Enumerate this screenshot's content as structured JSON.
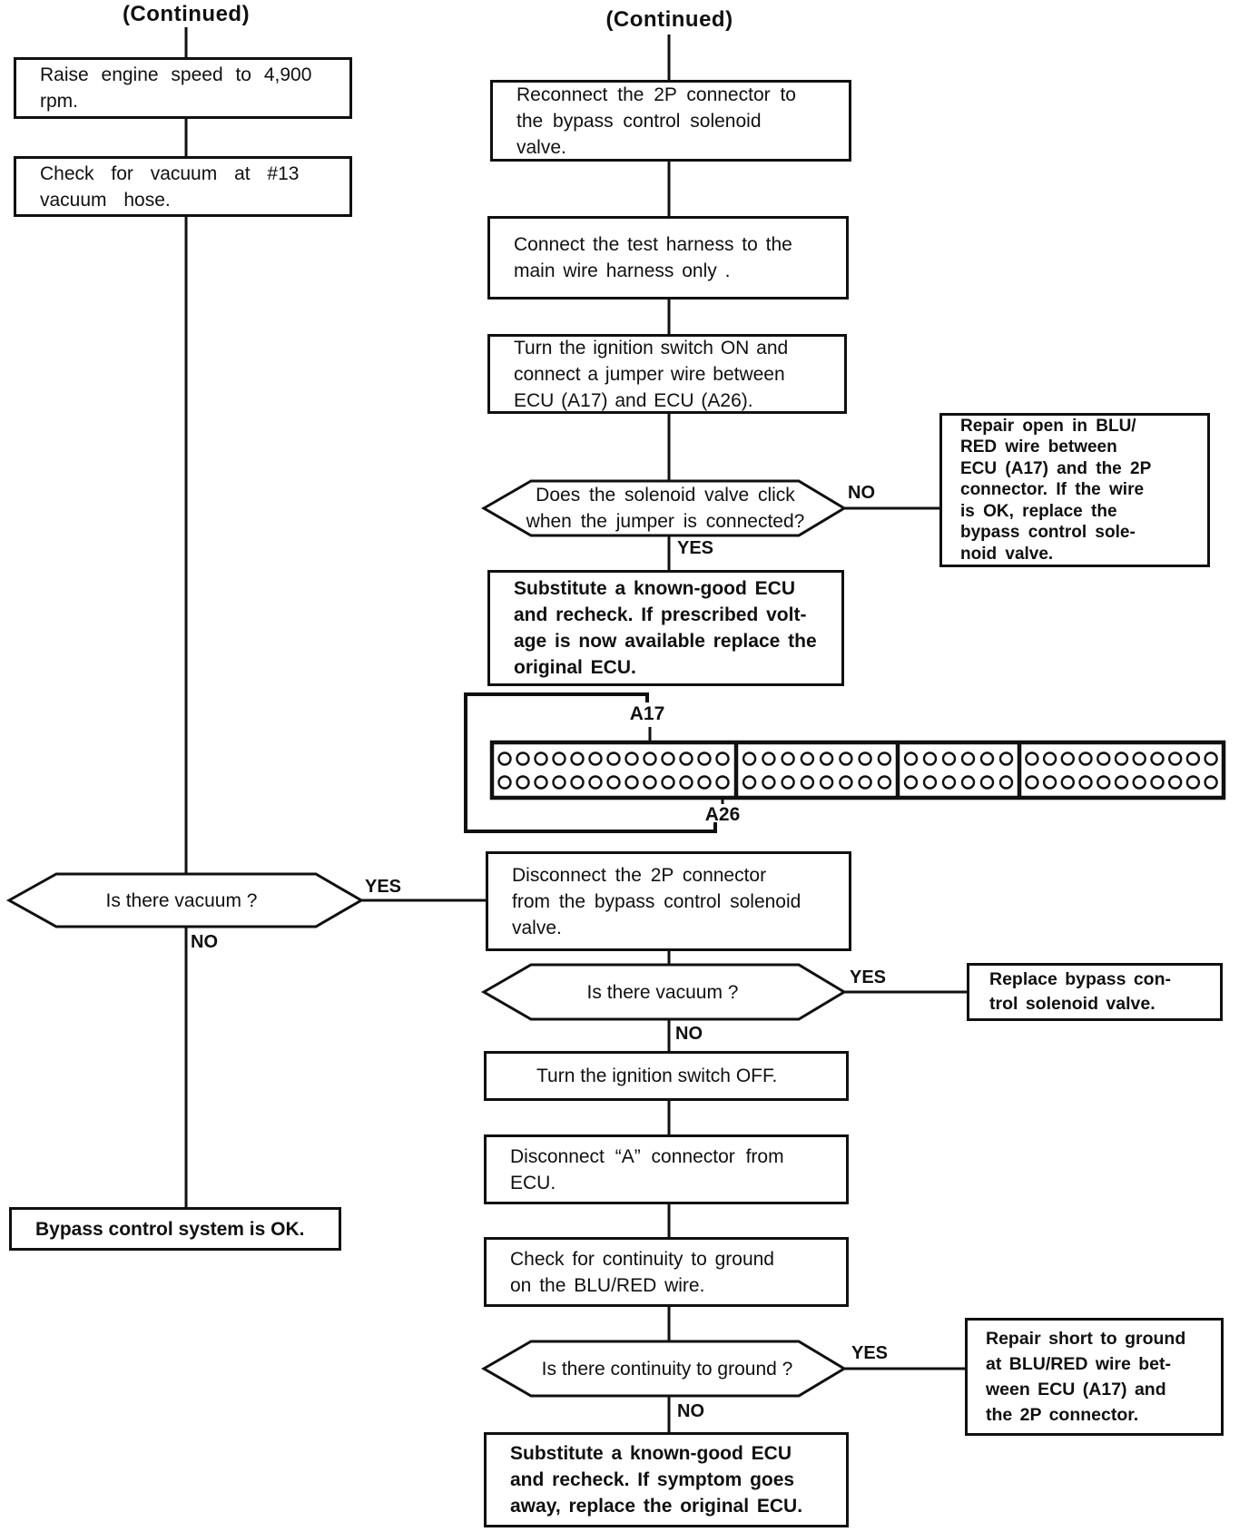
{
  "page": {
    "background": "#ffffff",
    "ink": "#101010"
  },
  "left": {
    "title": "(Continued)",
    "raise_speed": "Raise engine speed to 4,900\nrpm.",
    "check_vacuum": "Check for vacuum at #13\nvacuum hose.",
    "is_there_vacuum": "Is there vacuum ?",
    "vacuum_yes": "YES",
    "vacuum_no": "NO",
    "system_ok": "Bypass control system is OK."
  },
  "right": {
    "title": "(Continued)",
    "reconnect_2p": "Reconnect the 2P connector to\nthe bypass control solenoid\nvalve.",
    "connect_test_harness": "Connect the test harness to the\nmain wire harness only .",
    "ignition_on_jumper": "Turn the ignition switch ON and\nconnect a jumper wire between\nECU (A17) and ECU (A26).",
    "solenoid_click": "Does the solenoid valve click\nwhen the jumper is connected?",
    "click_no": "NO",
    "click_yes": "YES",
    "repair_open": "Repair open in BLU/\nRED wire between\nECU (A17) and the 2P\nconnector. If the wire\nis OK, replace the\nbypass control sole-\nnoid valve.",
    "substitute_ecu_voltage": "Substitute a known-good ECU\nand recheck. If prescribed volt-\nage is now available replace the\noriginal ECU.",
    "disconnect_2p": "Disconnect the 2P connector\nfrom the bypass control solenoid\nvalve.",
    "is_there_vacuum": "Is there vacuum ?",
    "vacuum_yes": "YES",
    "vacuum_no": "NO",
    "replace_valve": "Replace bypass con-\ntrol solenoid valve.",
    "ignition_off": "Turn the ignition switch OFF.",
    "disconnect_a": "Disconnect “A” connector from\nECU.",
    "check_continuity": "Check for continuity to ground\non the BLU/RED wire.",
    "is_continuity": "Is there continuity to ground ?",
    "continuity_yes": "YES",
    "continuity_no": "NO",
    "repair_short": "Repair short to ground\nat BLU/RED wire bet-\nween ECU (A17) and\nthe 2P connector.",
    "substitute_ecu_symptom": "Substitute a known-good ECU\nand recheck. If symptom goes\naway, replace the original ECU."
  },
  "connector_diagram": {
    "pin_a17_label": "A17",
    "pin_a26_label": "A26",
    "rows": 2,
    "blocks": [
      {
        "pins_per_row": 13
      },
      {
        "pins_per_row": 8
      },
      {
        "pins_per_row": 6
      },
      {
        "pins_per_row": 11
      }
    ]
  }
}
